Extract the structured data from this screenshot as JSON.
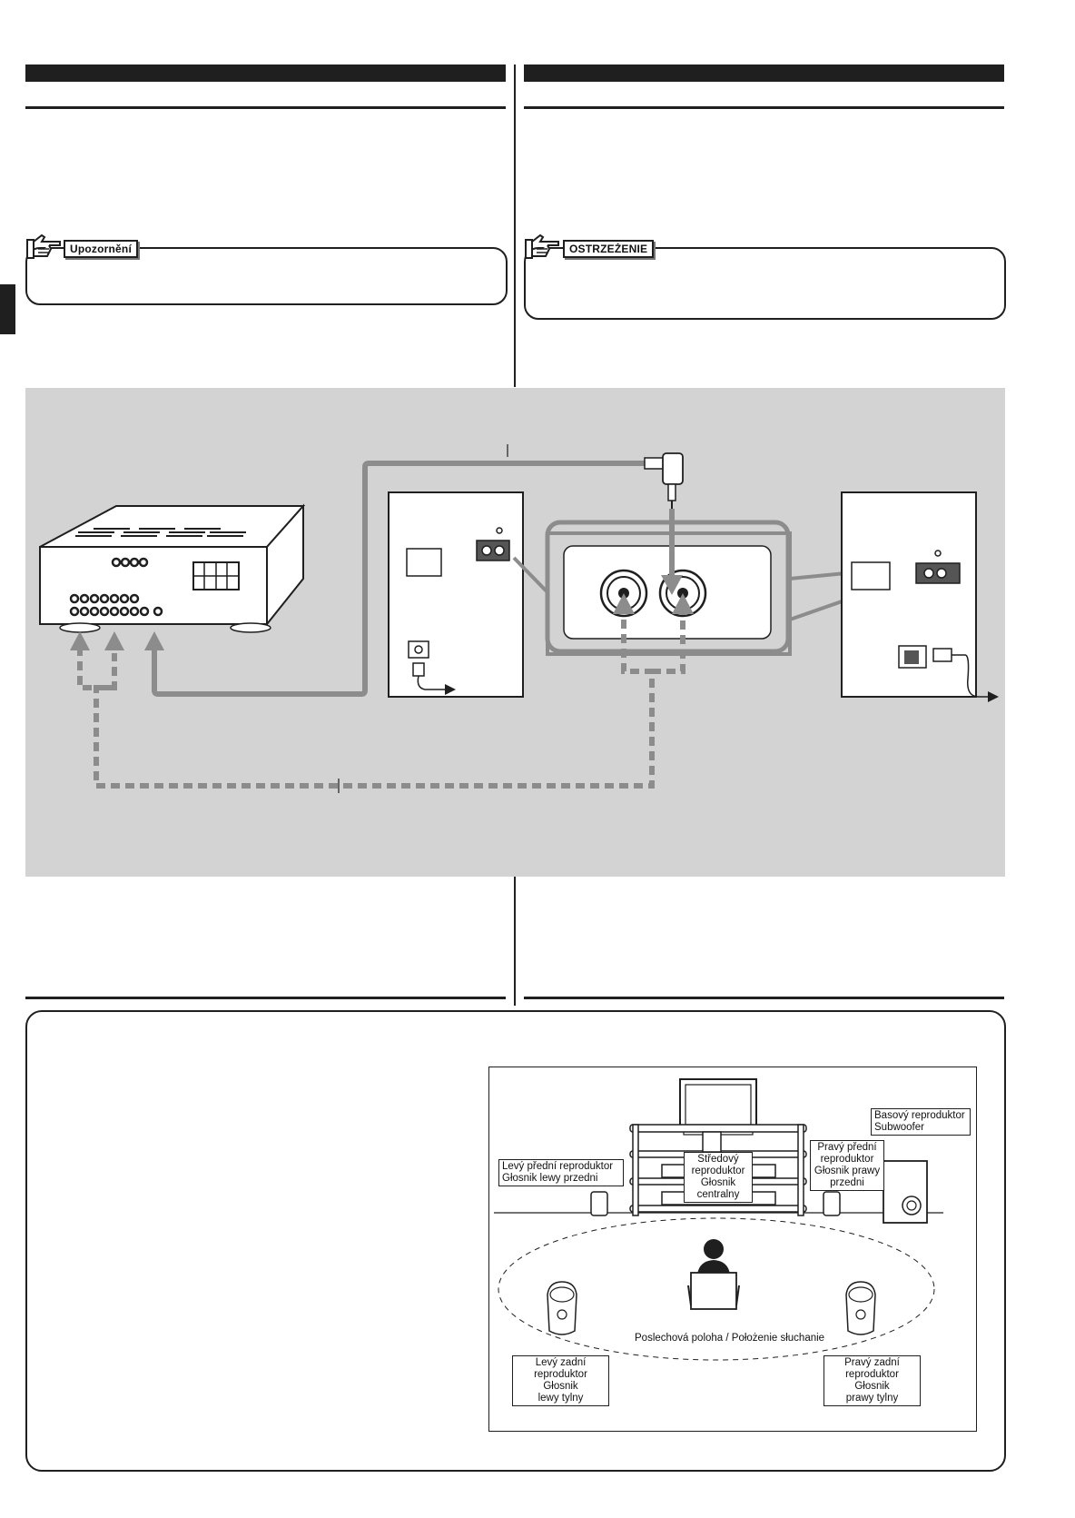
{
  "left_column": {
    "caution_label": "Upozornění"
  },
  "right_column": {
    "caution_label": "OSTRZEŻENIE"
  },
  "speaker_layout": {
    "subwoofer_label": [
      "Basový reproduktor",
      "Subwoofer"
    ],
    "front_left_label": [
      "Levý přední reproduktor",
      "Głosnik lewy przedni"
    ],
    "center_label": [
      "Středový",
      "reproduktor",
      "Głosnik",
      "centralny"
    ],
    "front_right_label": [
      "Pravý přední",
      "reproduktor",
      "Głosnik prawy",
      "przedni"
    ],
    "listening_position": "Poslechová poloha / Położenie słuchanie",
    "rear_left_label": [
      "Levý zadní",
      "reproduktor",
      "Głosnik",
      "lewy tylny"
    ],
    "rear_right_label": [
      "Pravý zadní",
      "reproduktor",
      "Głosnik",
      "prawy tylny"
    ]
  }
}
